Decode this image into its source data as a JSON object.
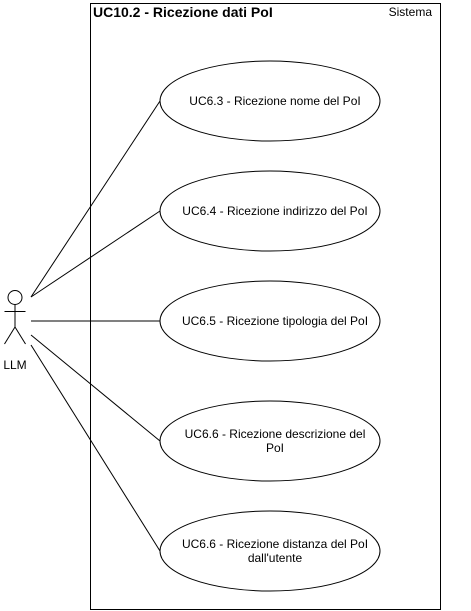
{
  "system": {
    "title": "UC10.2 - Ricezione dati PoI",
    "label": "Sistema"
  },
  "actor": {
    "name": "LLM"
  },
  "use_cases": [
    {
      "lines": [
        "UC6.3 - Ricezione nome del PoI"
      ]
    },
    {
      "lines": [
        "UC6.4 - Ricezione indirizzo del PoI"
      ]
    },
    {
      "lines": [
        "UC6.5 - Ricezione tipologia del PoI"
      ]
    },
    {
      "lines": [
        "UC6.6 - Ricezione descrizione del",
        "PoI"
      ]
    },
    {
      "lines": [
        "UC6.6 - Ricezione distanza del PoI",
        "dall'utente"
      ]
    }
  ]
}
